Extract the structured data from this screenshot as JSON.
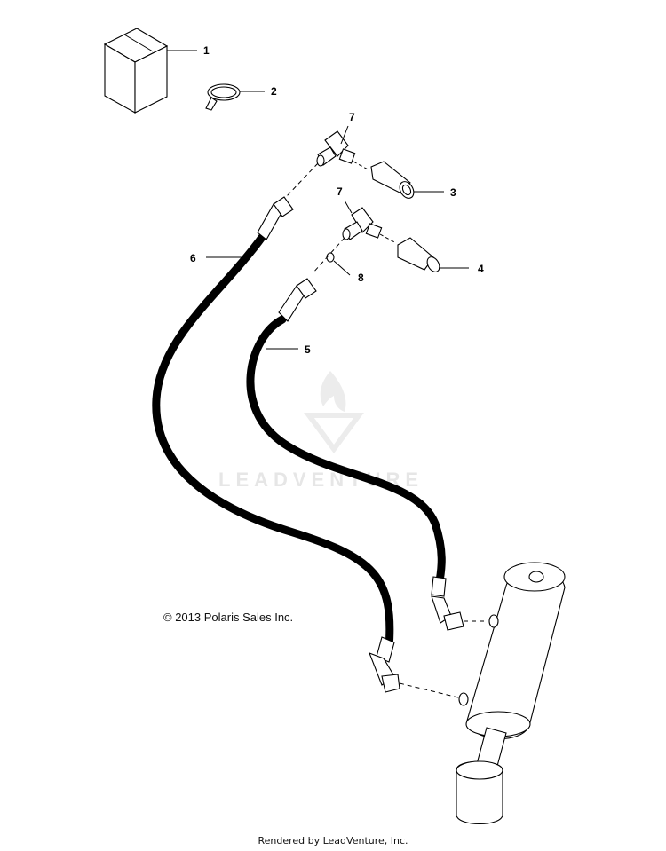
{
  "callouts": {
    "c1": "1",
    "c2": "2",
    "c3": "3",
    "c4": "4",
    "c5": "5",
    "c6": "6",
    "c7a": "7",
    "c7b": "7",
    "c8": "8"
  },
  "copyright": "© 2013 Polaris Sales Inc.",
  "footer": "Rendered by LeadVenture, Inc.",
  "watermark": "LEADVENTURE",
  "colors": {
    "hose": "#000000",
    "line": "#000000",
    "watermark": "#e6e6e6"
  }
}
